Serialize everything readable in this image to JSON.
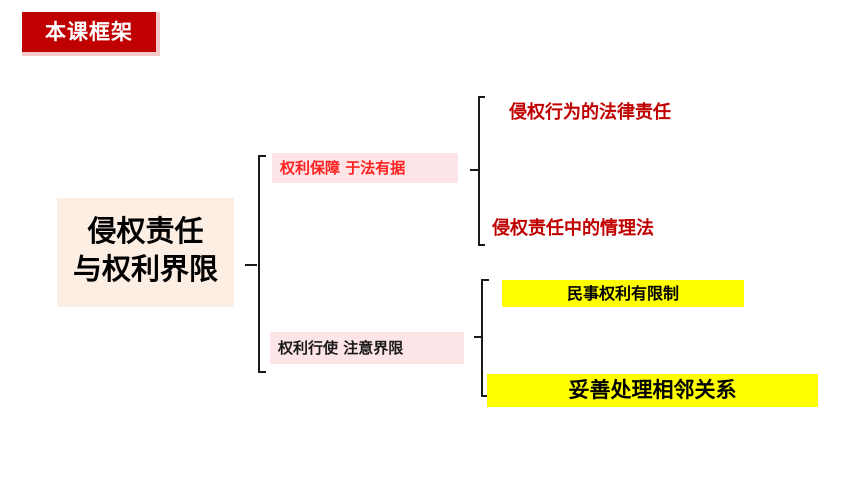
{
  "header": {
    "title": "本课框架"
  },
  "diagram": {
    "root": {
      "line1": "侵权责任",
      "line2": "与权利界限"
    },
    "branches": [
      {
        "label": "权利保障  于法有据",
        "children": [
          "侵权行为的法律责任",
          "侵权责任中的情理法"
        ]
      },
      {
        "label": "权利行使  注意界限",
        "children": [
          "民事权利有限制",
          "妥善处理相邻关系"
        ]
      }
    ]
  },
  "colors": {
    "title_bg": "#c00000",
    "root_bg": "#fdeee4",
    "branch_bg": "#fde4e6",
    "branch1_text": "#ff2020",
    "leaf_red": "#c00000",
    "highlight": "#ffff00"
  }
}
